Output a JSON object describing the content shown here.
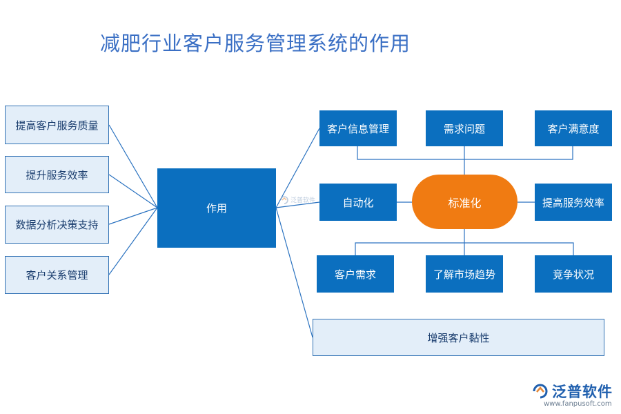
{
  "title": "减肥行业客户服务管理系统的作用",
  "left_items": [
    {
      "label": "提高客户服务质量"
    },
    {
      "label": "提升服务效率"
    },
    {
      "label": "数据分析决策支持"
    },
    {
      "label": "客户关系管理"
    }
  ],
  "center": {
    "label": "作用"
  },
  "top_row": [
    {
      "label": "客户信息管理"
    },
    {
      "label": "需求问题"
    },
    {
      "label": "客户满意度"
    }
  ],
  "middle_row": {
    "left": "自动化",
    "hub": "标准化",
    "right": "提高服务效率"
  },
  "bottom_row": [
    {
      "label": "客户需求"
    },
    {
      "label": "了解市场趋势"
    },
    {
      "label": "竞争状况"
    }
  ],
  "wide_box": {
    "label": "增强客户黏性"
  },
  "watermark": {
    "text": "泛普软件"
  },
  "logo": {
    "brand": "泛普软件",
    "url": "www.fanpusoft.com"
  },
  "colors": {
    "title": "#3a6fc4",
    "dark_box": "#0b6fbf",
    "light_box": "#e3eef9",
    "border": "#2f70b3",
    "hub": "#f07b12",
    "line": "#2a72c0"
  }
}
